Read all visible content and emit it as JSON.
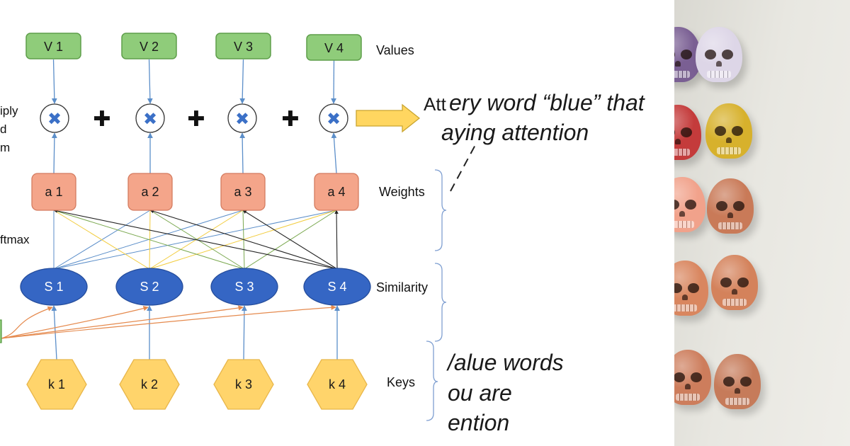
{
  "values": [
    "V 1",
    "V 2",
    "V 3",
    "V 4"
  ],
  "weights": [
    "a 1",
    "a 2",
    "a 3",
    "a 4"
  ],
  "similarities": [
    "S  1",
    "S 2",
    "S 3",
    "S 4"
  ],
  "keys": [
    "k 1",
    "k 2",
    "k 3",
    "k 4"
  ],
  "operators": {
    "multiply": "✖",
    "plus": "✚"
  },
  "side_labels": {
    "values": "Values",
    "weights": "Weights",
    "similarity": "Similarity",
    "keys": "Keys"
  },
  "left_fragments": {
    "multiply_line1": "iply",
    "multiply_line2": "d",
    "multiply_line3": "m",
    "softmax": "ftmax"
  },
  "callout_top": {
    "prefix": "Att",
    "line1": "ery word “blue” that",
    "line2": "aying attention"
  },
  "callout_bottom": {
    "line1": "/alue words",
    "line2": "ou are",
    "line3": "ention"
  },
  "colors": {
    "value_fill": "#8fcc7a",
    "value_stroke": "#5e9e4a",
    "weight_fill": "#f4a58a",
    "weight_stroke": "#d47b5f",
    "similarity_fill": "#3566c4",
    "key_fill": "#ffd46b",
    "key_stroke": "#e8b64a",
    "connector_blue": "#5b8ec9",
    "connector_orange": "#e58a4e",
    "connector_yellow": "#f2cc3d",
    "connector_green": "#7aa84f",
    "connector_black": "#222222",
    "multiply_icon": "#3b70c7",
    "arrow_fill": "#ffd660",
    "bracket": "#7f9fd1"
  },
  "skull_colors": [
    "#7a5f93",
    "#ddd6e7",
    "#c43b3b",
    "#d7b12c",
    "#f1a28b",
    "#c97a58",
    "#d9865f",
    "#d4825b",
    "#cd7d5c",
    "#c67b5a"
  ]
}
